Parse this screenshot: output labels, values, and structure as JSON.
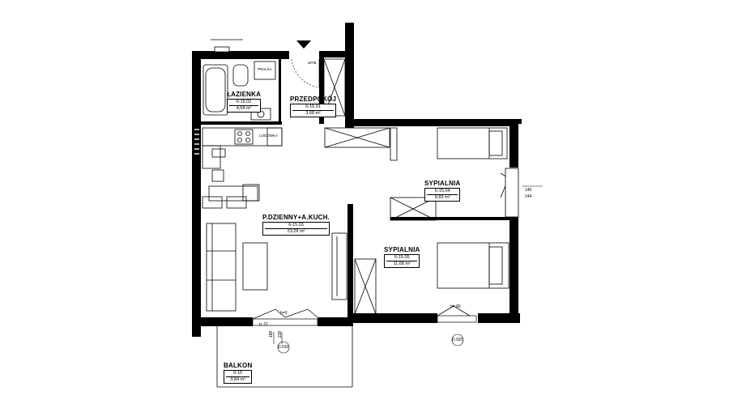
{
  "rooms": {
    "lazienka": {
      "name": "ŁAZIENKA",
      "code": "6-15.02",
      "area": "4,04 m²"
    },
    "przedpokoj": {
      "name": "PRZEDPOKÓJ",
      "code": "6-15.01",
      "area": "3,68 m²"
    },
    "dzienny": {
      "name": "P.DZIENNY+A.KUCH.",
      "code": "6-15.03",
      "area": "23,28 m²"
    },
    "sypialnia1": {
      "name": "SYPIALNIA",
      "code": "6-15.04",
      "area": "8,83 m²"
    },
    "sypialnia2": {
      "name": "SYPIALNIA",
      "code": "6-15.05",
      "area": "11,68 m²"
    },
    "balkon": {
      "name": "BALKON",
      "code": "6-15",
      "area": "3,84 m²"
    }
  },
  "fixtures": {
    "pralka": "PRALKA",
    "lodowka": "LODÓWKA",
    "door_code": "wP/B"
  },
  "dims": {
    "living_window_height": "h=0",
    "living_window_sill": "p: 21",
    "living_dim_a": "188",
    "living_dim_b": "228",
    "living_marker": "D.010",
    "bedroom2_window_height": "h= 85",
    "bedroom2_marker": "D.020",
    "bedroom1_dim_a": "140",
    "bedroom1_dim_b": "144"
  }
}
